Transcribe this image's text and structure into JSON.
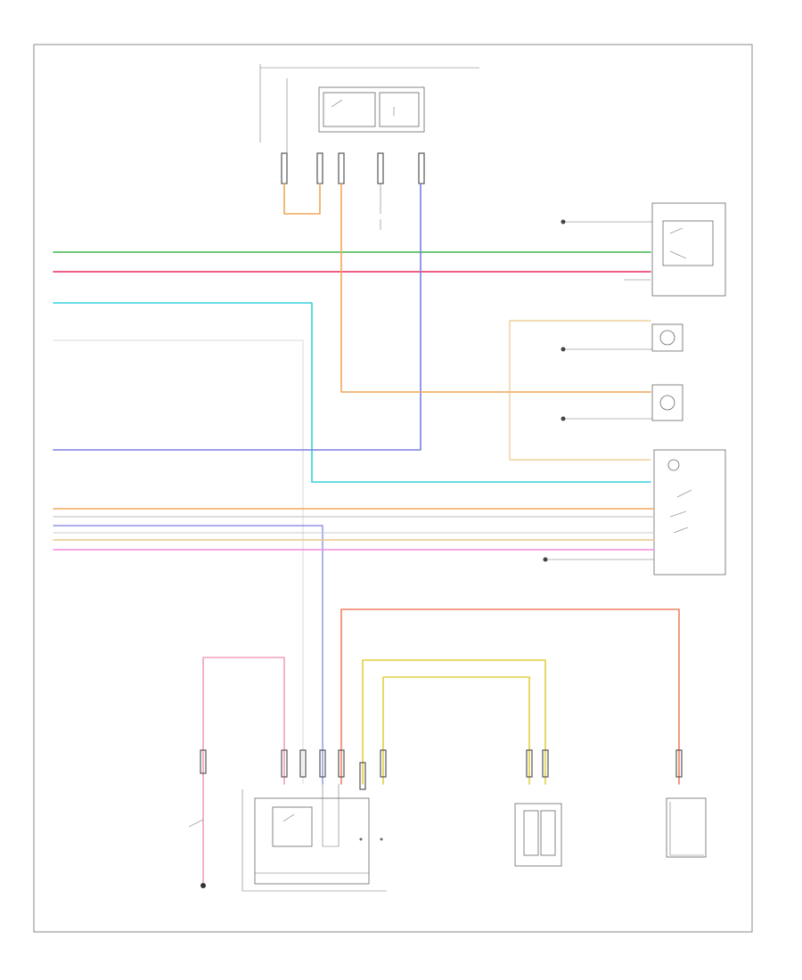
{
  "diagram": {
    "page_label": "",
    "legend_colors": {
      "green": "#3cb44b",
      "red": "#e8295b",
      "cyan": "#35d0d8",
      "gray": "#c8c8c8",
      "blue": "#7a7ee0",
      "orange": "#f2a65a",
      "tan": "#e8c889",
      "pink": "#f28be0",
      "yellow": "#e0d040",
      "salmon": "#f08060"
    },
    "components": [
      {
        "id": "top-relay",
        "label": ""
      },
      {
        "id": "right-sensor-top",
        "label": ""
      },
      {
        "id": "left-fog-lamp",
        "label": ""
      },
      {
        "id": "right-fog-lamp",
        "label": ""
      },
      {
        "id": "headlamp-switch",
        "label": ""
      },
      {
        "id": "ground-bottom-left",
        "label": ""
      },
      {
        "id": "bottom-module",
        "label": ""
      },
      {
        "id": "bottom-sensor-box",
        "label": ""
      },
      {
        "id": "bottom-right-module",
        "label": ""
      }
    ]
  }
}
